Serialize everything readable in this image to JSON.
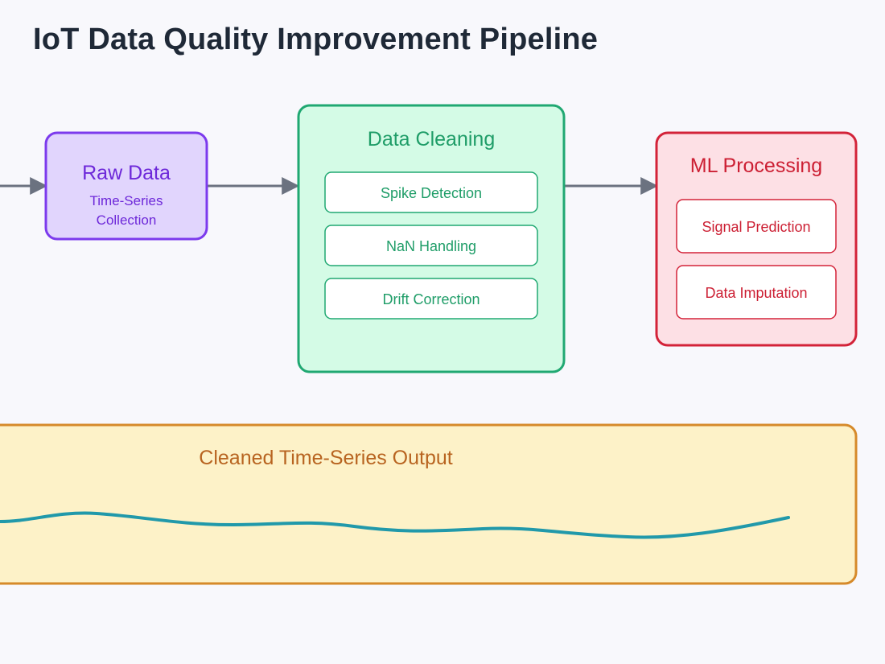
{
  "title": "IoT Data Quality Improvement Pipeline",
  "colors": {
    "title": "#1f2937",
    "arrow": "#6b7280",
    "raw_fill": "#e1d5fd",
    "raw_stroke": "#7c3aed",
    "raw_text": "#6d28d9",
    "clean_fill": "#d4fbe6",
    "clean_stroke": "#20a872",
    "clean_text": "#1f9d68",
    "ml_fill": "#fde0e5",
    "ml_stroke": "#d32339",
    "ml_text": "#cc1f33",
    "output_fill": "#fdf2c8",
    "output_stroke": "#d68a2a",
    "output_text": "#b86420",
    "signal": "#2199aa",
    "inner_fill": "#ffffff"
  },
  "nodes": {
    "raw": {
      "title": "Raw Data",
      "subtitle_line1": "Time-Series",
      "subtitle_line2": "Collection"
    },
    "cleaning": {
      "title": "Data Cleaning",
      "steps": [
        "Spike Detection",
        "NaN Handling",
        "Drift Correction"
      ]
    },
    "ml": {
      "title": "ML Processing",
      "steps": [
        "Signal Prediction",
        "Data Imputation"
      ]
    },
    "output": {
      "title": "Cleaned Time-Series Output"
    }
  }
}
